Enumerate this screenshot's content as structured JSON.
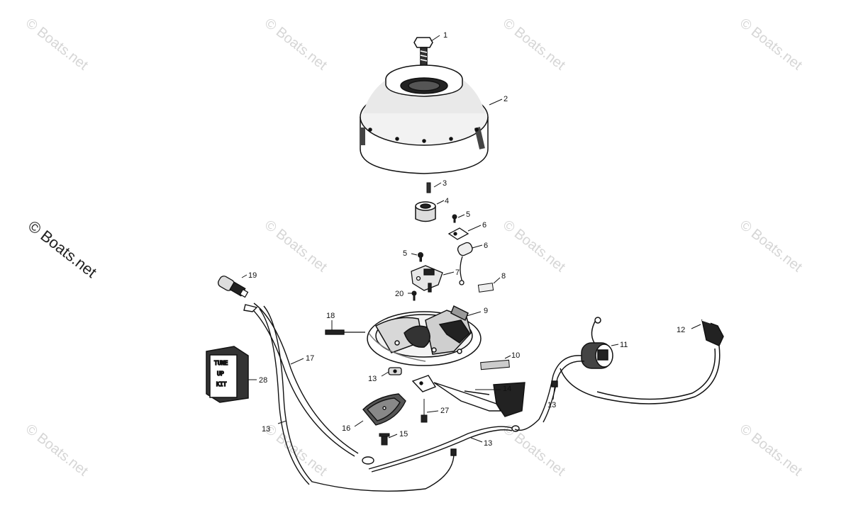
{
  "watermark": {
    "text": "© Boats.net",
    "side_text": "© Boats.net"
  },
  "tune_up_kit": {
    "line1": "TUNE",
    "line2": "UP",
    "line3": "KIT"
  },
  "parts": [
    {
      "id": "part-1",
      "label": "1"
    },
    {
      "id": "part-2",
      "label": "2"
    },
    {
      "id": "part-3",
      "label": "3"
    },
    {
      "id": "part-4",
      "label": "4"
    },
    {
      "id": "part-5a",
      "label": "5"
    },
    {
      "id": "part-6a",
      "label": "6"
    },
    {
      "id": "part-5b",
      "label": "5"
    },
    {
      "id": "part-6b",
      "label": "6"
    },
    {
      "id": "part-7",
      "label": "7"
    },
    {
      "id": "part-8",
      "label": "8"
    },
    {
      "id": "part-20",
      "label": "20"
    },
    {
      "id": "part-9",
      "label": "9"
    },
    {
      "id": "part-18",
      "label": "18"
    },
    {
      "id": "part-19",
      "label": "19"
    },
    {
      "id": "part-17",
      "label": "17"
    },
    {
      "id": "part-28",
      "label": "28"
    },
    {
      "id": "part-10",
      "label": "10"
    },
    {
      "id": "part-11",
      "label": "11"
    },
    {
      "id": "part-12",
      "label": "12"
    },
    {
      "id": "part-13a",
      "label": "13"
    },
    {
      "id": "part-14",
      "label": "14"
    },
    {
      "id": "part-13b",
      "label": "13"
    },
    {
      "id": "part-27",
      "label": "27"
    },
    {
      "id": "part-16",
      "label": "16"
    },
    {
      "id": "part-15",
      "label": "15"
    },
    {
      "id": "part-13c",
      "label": "13"
    },
    {
      "id": "part-13d",
      "label": "13"
    }
  ]
}
